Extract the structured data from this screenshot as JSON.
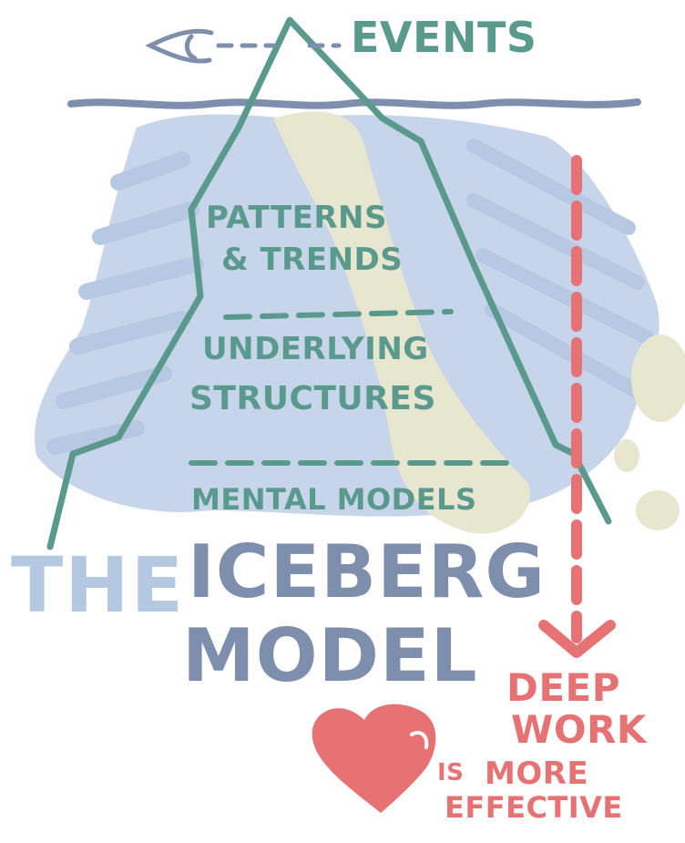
{
  "colors": {
    "teal": "#5a9a8c",
    "navy": "#7e8fae",
    "pale_blue": "#c6d5ea",
    "beige": "#e7e6cf",
    "red": "#e77274"
  },
  "icons": [
    "eye-icon",
    "heart-icon",
    "down-arrow-icon",
    "iceberg-outline",
    "water-line"
  ],
  "labels": {
    "events": "EVENTS",
    "patterns_line1": "PATTERNS",
    "patterns_line2": "& TRENDS",
    "underlying_line1": "UNDERLYING",
    "underlying_line2": "STRUCTURES",
    "mental_models": "MENTAL MODELS"
  },
  "title": {
    "the": "THE",
    "iceberg": "ICEBERG",
    "model": "MODEL"
  },
  "note": {
    "deep": "DEEP",
    "work": "WORK",
    "is": "IS",
    "more": "MORE",
    "effective": "EFFECTIVE"
  }
}
